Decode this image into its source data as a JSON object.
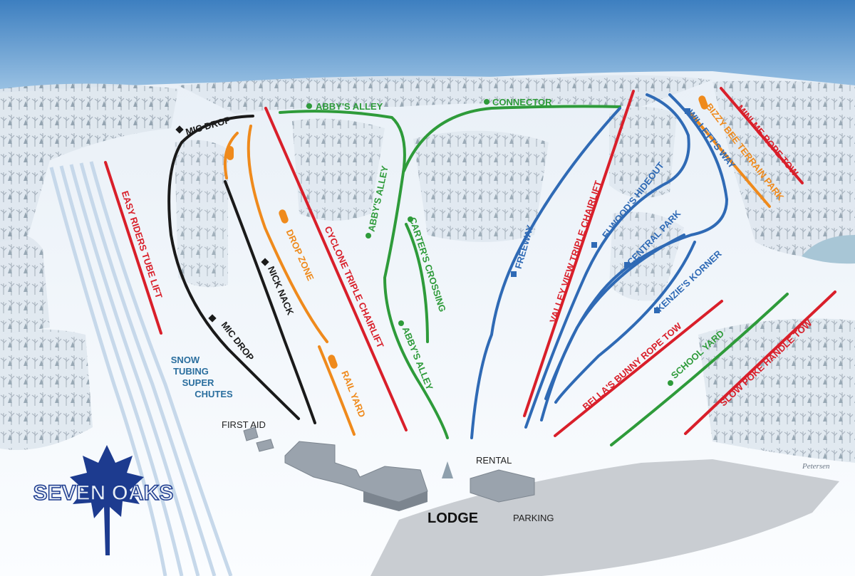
{
  "colors": {
    "sky": "#2f6fae",
    "snow": "#f3f7fb",
    "lift": "#d91f2a",
    "green": "#2e9b3a",
    "blue": "#2f6ab5",
    "black": "#1a1a1a",
    "terrain": "#ef8a1c",
    "lodge": "#9aa3ad",
    "parking": "#c9cdd2",
    "tubing": "#2a6e9e",
    "logo": "#1d3b8f"
  },
  "lifts": {
    "easy_riders": "EASY RIDERS TUBE LIFT",
    "cyclone": "CYCLONE TRIPLE CHAIRLIFT",
    "valley_view": "VALLEY VIEW TRIPLE CHAIRLIFT",
    "mini_me": "MINI-ME ROPE TOW",
    "bellas_bunny": "BELLA'S BUNNY ROPE TOW",
    "slow_poke": "SLOW POKE HANDLE TOW"
  },
  "trails": {
    "abbys_alley": "ABBY'S ALLEY",
    "connector": "CONNECTOR",
    "mic_drop": "MIC DROP",
    "nick_nack": "NICK NACK",
    "drop_zone": "DROP ZONE",
    "rail_yard": "RAIL YARD",
    "carters_crossing": "CARTER'S CROSSING",
    "freeway": "FREEWAY",
    "elwoods_hideout": "ELWOOD'S HIDEOUT",
    "central_park": "CENTRAL PARK",
    "kenzies_korner": "KENZIE'S KORNER",
    "willetts_way": "WILLETT'S WAY",
    "bizzy_bee": "BIZZY BEE TERRAIN PARK",
    "school_yard": "SCHOOL YARD"
  },
  "tubing": {
    "line1": "SNOW",
    "line2": "TUBING",
    "line3": "SUPER",
    "line4": "CHUTES"
  },
  "buildings": {
    "first_aid": "FIRST AID",
    "rental": "RENTAL",
    "lodge": "LODGE",
    "parking": "PARKING"
  },
  "brand": {
    "logo": "SEVEN OAKS",
    "artist": "Petersen"
  }
}
